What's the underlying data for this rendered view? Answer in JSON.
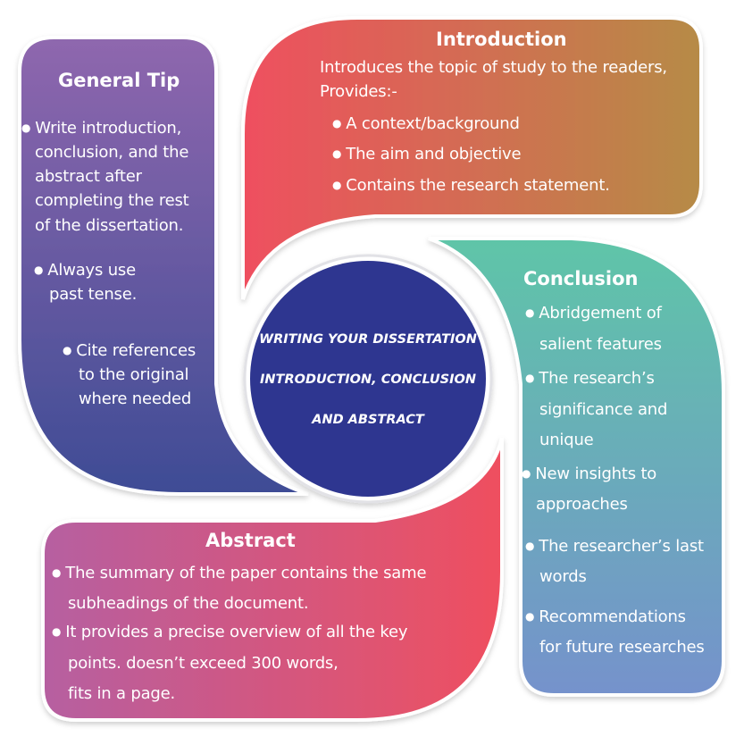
{
  "center": {
    "lines": [
      "WRITING YOUR DISSERTATION",
      "INTRODUCTION, CONCLUSION",
      "AND ABSTRACT"
    ]
  },
  "general_tip": {
    "title": "General Tip",
    "lines": [
      "Write introduction,",
      "conclusion, and the",
      "abstract after",
      "completing the rest",
      "of the dissertation.",
      "Always use",
      "past tense.",
      "Cite references",
      "to the original",
      "where needed"
    ]
  },
  "introduction": {
    "title": "Introduction",
    "intro": [
      "Introduces the topic of study to the readers,",
      "Provides:-"
    ],
    "bullets": [
      "A context/background",
      "The aim and objective",
      "Contains the research statement."
    ]
  },
  "conclusion": {
    "title": "Conclusion",
    "lines": [
      "Abridgement of",
      "salient features",
      "The research’s",
      "significance and",
      "unique",
      "New insights to",
      "approaches",
      "The researcher’s last",
      "words",
      "Recommendations",
      "for future researches"
    ]
  },
  "abstract": {
    "title": "Abstract",
    "lines": [
      "The summary of the paper contains the same",
      "subheadings of the document.",
      "It provides a precise overview of all the key",
      "points. doesn’t exceed 300 words,",
      "fits in a page."
    ]
  },
  "colors": {
    "tip": [
      "#8f67ae",
      "#3e4c95"
    ],
    "intro": [
      "#ef4f5f",
      "#b68b46"
    ],
    "concl": [
      "#5fc5a8",
      "#7592cc"
    ],
    "abs": [
      "#b65fa1",
      "#ef4f5f"
    ],
    "center": "#2e3690"
  }
}
